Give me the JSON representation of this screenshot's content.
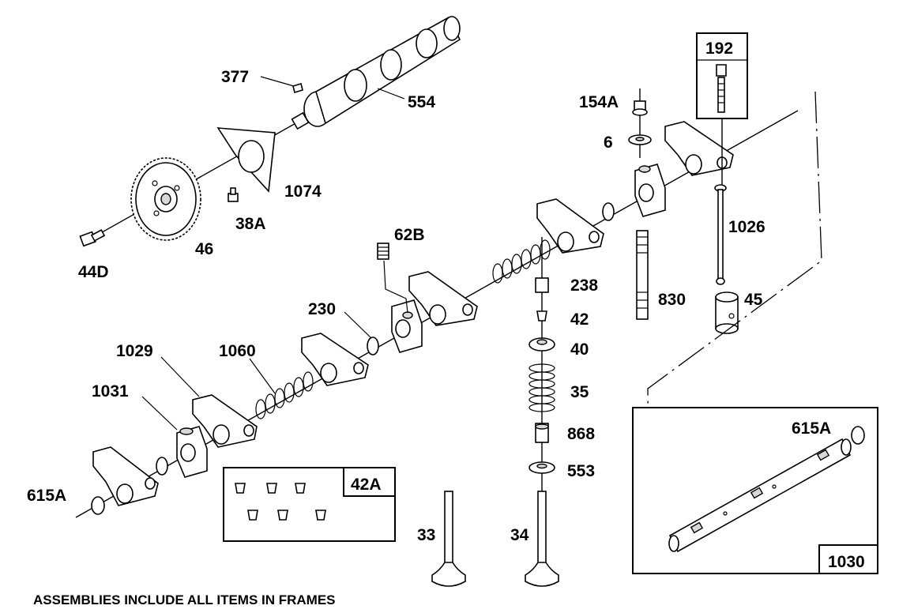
{
  "labels": {
    "l377": "377",
    "l554": "554",
    "l1074": "1074",
    "l38A": "38A",
    "l46": "46",
    "l44D": "44D",
    "l62B": "62B",
    "l230": "230",
    "l1029": "1029",
    "l1060": "1060",
    "l1031": "1031",
    "l615A_left": "615A",
    "l42A": "42A",
    "l238": "238",
    "l42": "42",
    "l40": "40",
    "l35": "35",
    "l868": "868",
    "l553": "553",
    "l33": "33",
    "l34": "34",
    "l154A": "154A",
    "l6": "6",
    "l192": "192",
    "l1026": "1026",
    "l830": "830",
    "l45": "45",
    "l615A_right": "615A",
    "l1030": "1030"
  },
  "footer_note": "ASSEMBLIES INCLUDE ALL ITEMS IN FRAMES"
}
